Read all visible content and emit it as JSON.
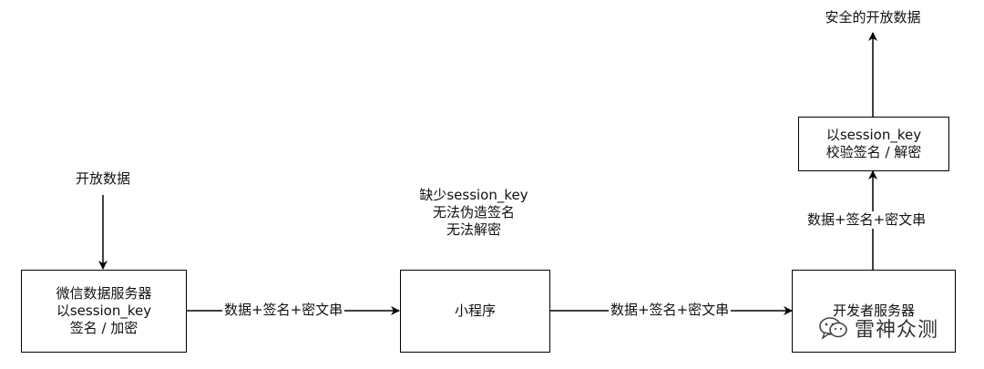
{
  "boxes": {
    "wechat_server": [
      "微信数据服务器",
      "以session_key",
      "签名 / 加密"
    ],
    "mini_program": [
      "小程序"
    ],
    "developer_server": [
      "开发者服务器"
    ],
    "verify": [
      "以session_key",
      "校验签名 / 解密"
    ]
  },
  "labels": {
    "open_data_input": "开放数据",
    "missing_key": [
      "缺少session_key",
      "无法伪造签名",
      "无法解密"
    ],
    "edge_wechat_to_mini": "数据+签名+密文串",
    "edge_mini_to_dev": "数据+签名+密文串",
    "edge_dev_to_verify": "数据+签名+密文串",
    "safe_open_data": "安全的开放数据"
  },
  "watermark": {
    "text": "雷神众测",
    "icon": "wechat-icon"
  }
}
